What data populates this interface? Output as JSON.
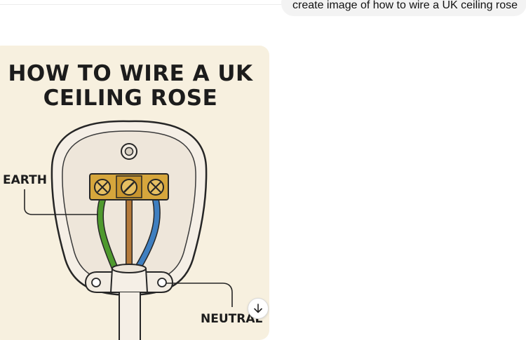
{
  "chat": {
    "user_message": "create image of how to wire a UK ceiling rose"
  },
  "image": {
    "title_line1": "HOW TO WIRE A UK",
    "title_line2": "CEILING ROSE",
    "label_earth": "EARTH",
    "label_neutral": "NEUTRAL"
  },
  "colors": {
    "earth_wire": "#4f9a2e",
    "neutral_wire": "#3f7fc0",
    "live_wire": "#b57a3a",
    "terminal_brass": "#d6a63c",
    "card_background": "#f7f0df"
  },
  "icons": {
    "scroll_down": "arrow-down-icon"
  }
}
